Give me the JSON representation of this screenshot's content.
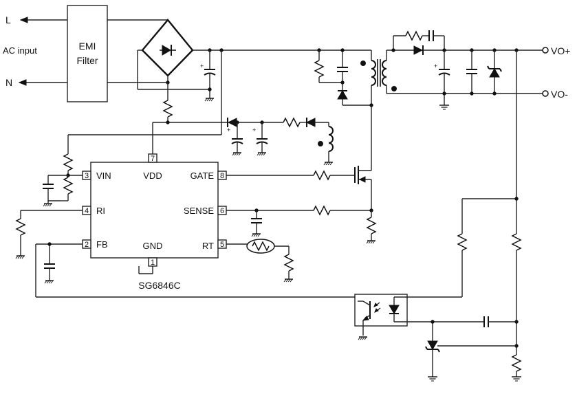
{
  "labels": {
    "line": "L",
    "neutral": "N",
    "ac_input": "AC input",
    "emi_line1": "EMI",
    "emi_line2": "Filter",
    "vo_plus": "VO+",
    "vo_minus": "VO-",
    "ic_name": "SG6846C",
    "plus": "+"
  },
  "ic": {
    "pins": [
      {
        "num": "3",
        "name": "VIN"
      },
      {
        "num": "4",
        "name": "RI"
      },
      {
        "num": "2",
        "name": "FB"
      },
      {
        "num": "7",
        "name": "VDD"
      },
      {
        "num": "1",
        "name": "GND"
      },
      {
        "num": "8",
        "name": "GATE"
      },
      {
        "num": "6",
        "name": "SENSE"
      },
      {
        "num": "5",
        "name": "RT"
      }
    ]
  }
}
